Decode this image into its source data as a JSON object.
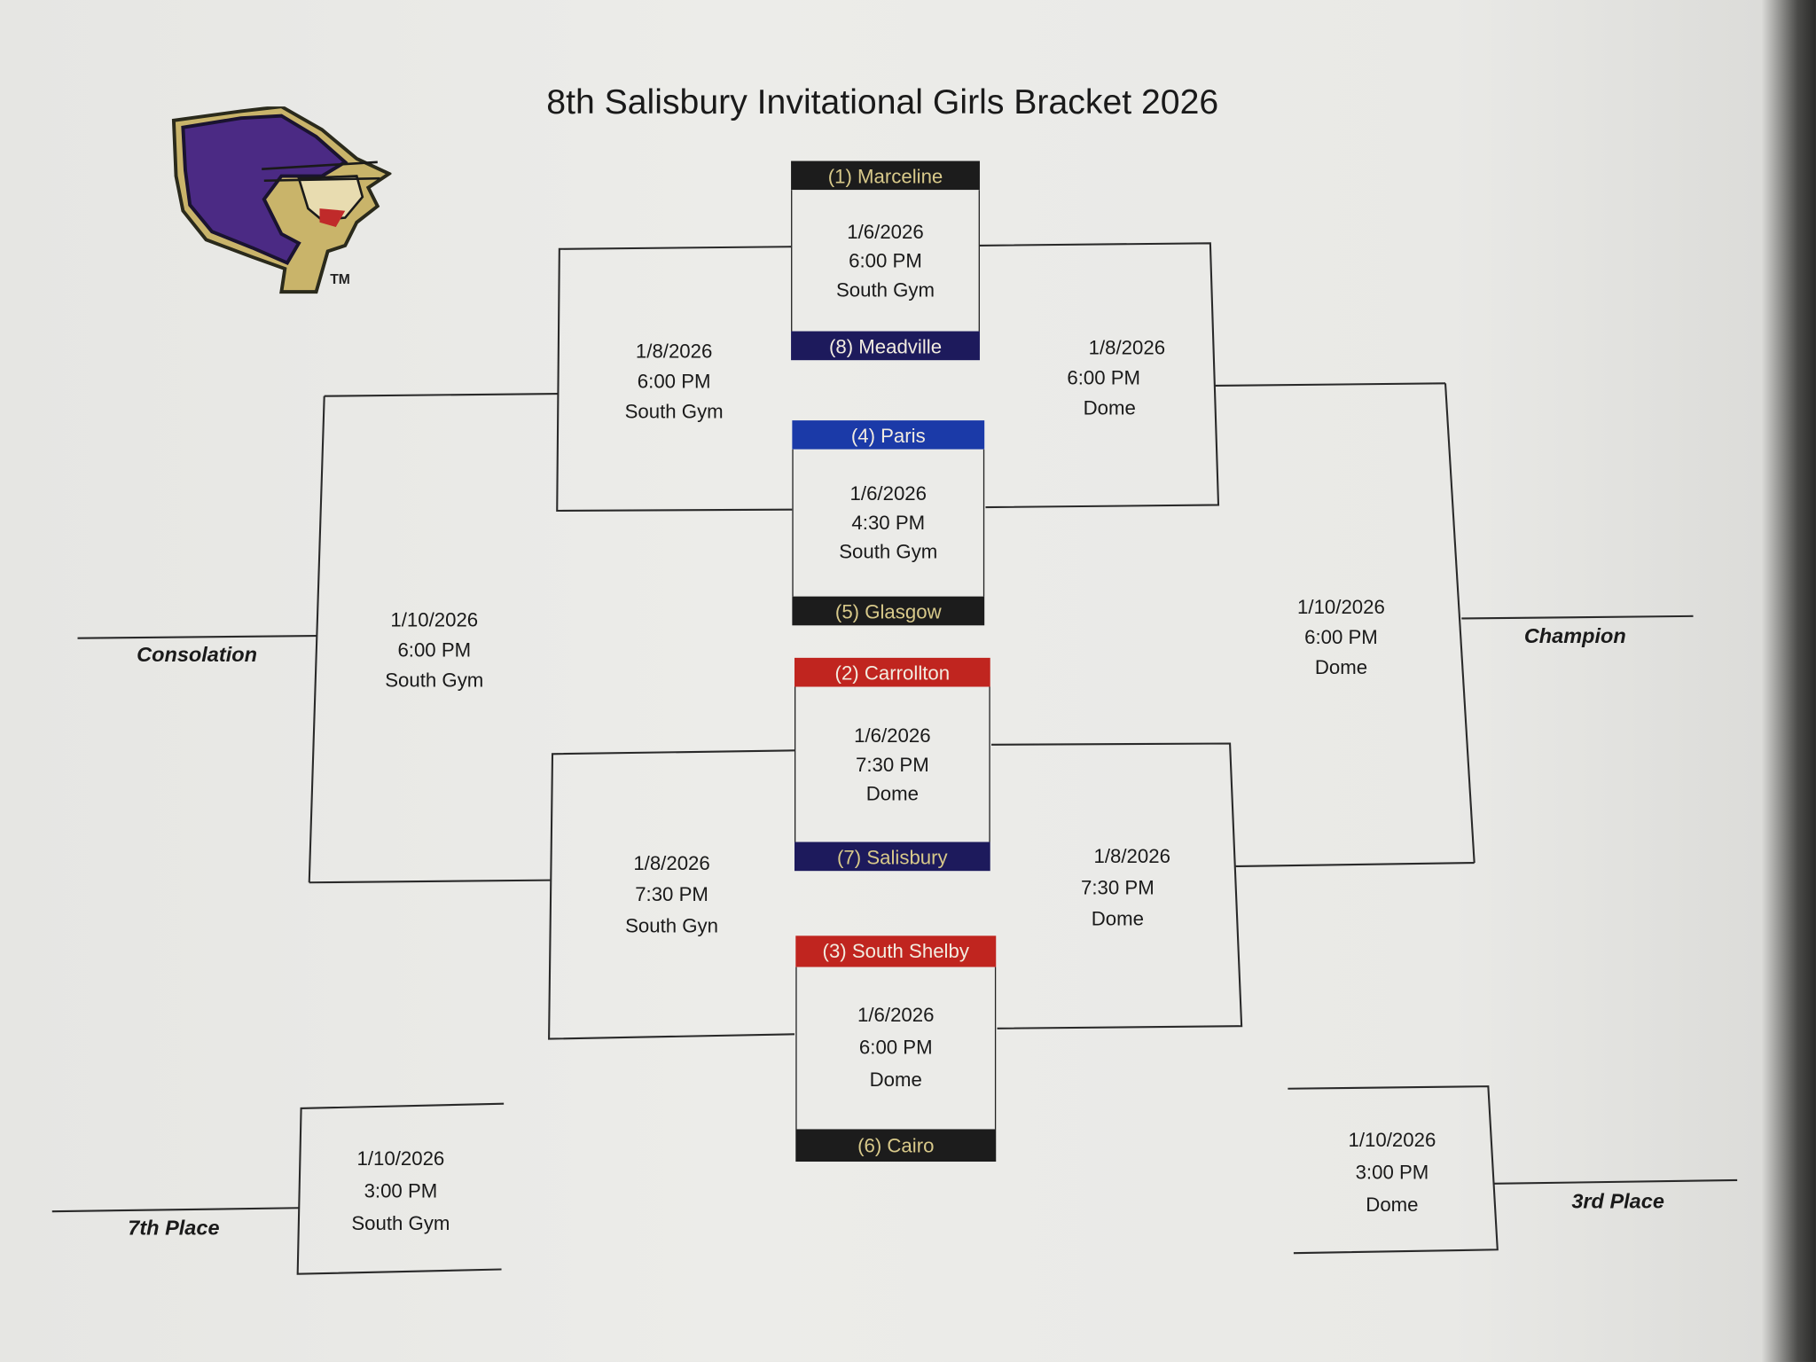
{
  "title": "8th Salisbury Invitational Girls Bracket 2026",
  "logo": {
    "trademark": "TM"
  },
  "colors": {
    "black": "#1c1c1c",
    "navy": "#1d1a5c",
    "blue": "#1b3aa8",
    "red": "#c0251f",
    "gold": "#d8c98a"
  },
  "first_round": [
    {
      "top_team": "(1) Marceline",
      "date": "1/6/2026",
      "time": "6:00 PM",
      "venue": "South Gym",
      "bottom_team": "(8) Meadville"
    },
    {
      "top_team": "(4) Paris",
      "date": "1/6/2026",
      "time": "4:30 PM",
      "venue": "South Gym",
      "bottom_team": "(5) Glasgow"
    },
    {
      "top_team": "(2) Carrollton",
      "date": "1/6/2026",
      "time": "7:30 PM",
      "venue": "Dome",
      "bottom_team": "(7) Salisbury"
    },
    {
      "top_team": "(3) South Shelby",
      "date": "1/6/2026",
      "time": "6:00 PM",
      "venue": "Dome",
      "bottom_team": "(6) Cairo"
    }
  ],
  "second_round": {
    "consolation_top": {
      "date": "1/8/2026",
      "time": "6:00 PM",
      "venue": "South Gym"
    },
    "consolation_bottom": {
      "date": "1/8/2026",
      "time": "7:30 PM",
      "venue": "South Gyn"
    },
    "semifinal_top": {
      "date": "1/8/2026",
      "time": "6:00 PM",
      "venue": "Dome"
    },
    "semifinal_bottom": {
      "date": "1/8/2026",
      "time": "7:30 PM",
      "venue": "Dome"
    }
  },
  "finals": {
    "consolation": {
      "label": "Consolation",
      "date": "1/10/2026",
      "time": "6:00 PM",
      "venue": "South Gym"
    },
    "champion": {
      "label": "Champion",
      "date": "1/10/2026",
      "time": "6:00 PM",
      "venue": "Dome"
    },
    "seventh": {
      "label": "7th Place",
      "date": "1/10/2026",
      "time": "3:00 PM",
      "venue": "South Gym"
    },
    "third": {
      "label": "3rd Place",
      "date": "1/10/2026",
      "time": "3:00 PM",
      "venue": "Dome"
    }
  }
}
